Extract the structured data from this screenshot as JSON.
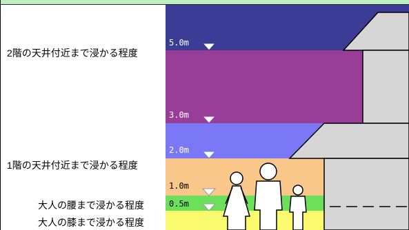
{
  "labels": {
    "floor2_ceiling": "2階の天井付近まで浸かる程度",
    "floor1_ceiling": "1階の天井付近まで浸かる程度",
    "adult_waist": "大人の腰まで浸かる程度",
    "adult_knee": "大人の膝まで浸かる程度"
  },
  "levels": {
    "m5": "5.0m",
    "m3": "3.0m",
    "m2": "2.0m",
    "m1": "1.0m",
    "m05": "0.5m"
  },
  "colors": {
    "band_5m": "#3a3c95",
    "band_3m": "#983d98",
    "band_2m": "#7b78f5",
    "band_1m": "#f9c78a",
    "band_05m": "#6ce05a",
    "band_0m": "#fafa6e",
    "header": "#bdf0be",
    "house": "#d6d6d6"
  }
}
